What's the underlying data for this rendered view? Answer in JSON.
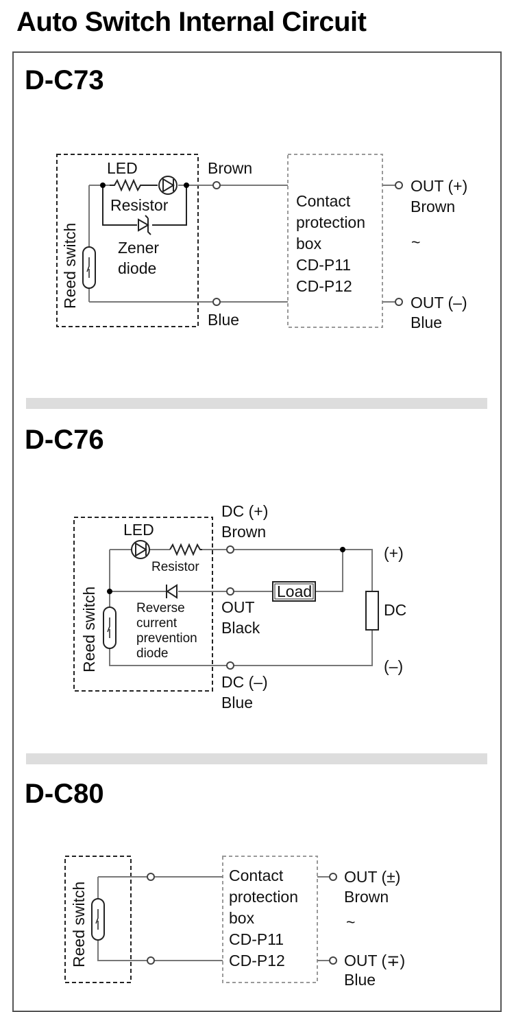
{
  "page_title": "Auto Switch Internal Circuit",
  "sections": [
    {
      "title": "D-C73",
      "labels": {
        "led": "LED",
        "resistor": "Resistor",
        "zener_1": "Zener",
        "zener_2": "diode",
        "reed": "Reed switch",
        "brown": "Brown",
        "blue": "Blue",
        "box_1": "Contact",
        "box_2": "protection",
        "box_3": "box",
        "box_4": "CD-P11",
        "box_5": "CD-P12",
        "out_pos": "OUT (+)",
        "out_pos_color": "Brown",
        "tilde": "~",
        "out_neg": "OUT (–)",
        "out_neg_color": "Blue"
      }
    },
    {
      "title": "D-C76",
      "labels": {
        "led": "LED",
        "resistor": "Resistor",
        "reed": "Reed switch",
        "rev_1": "Reverse",
        "rev_2": "current",
        "rev_3": "prevention",
        "rev_4": "diode",
        "dc_pos": "DC (+)",
        "dc_pos_color": "Brown",
        "out": "OUT",
        "out_color": "Black",
        "dc_neg": "DC (–)",
        "dc_neg_color": "Blue",
        "load": "Load",
        "plus": "(+)",
        "dc": "DC",
        "minus": "(–)"
      }
    },
    {
      "title": "D-C80",
      "labels": {
        "reed": "Reed switch",
        "box_1": "Contact",
        "box_2": "protection",
        "box_3": "box",
        "box_4": "CD-P11",
        "box_5": "CD-P12",
        "out_pos": "OUT (±)",
        "out_pos_color": "Brown",
        "tilde": "~",
        "out_neg": "OUT (∓)",
        "out_neg_color": "Blue"
      }
    }
  ]
}
